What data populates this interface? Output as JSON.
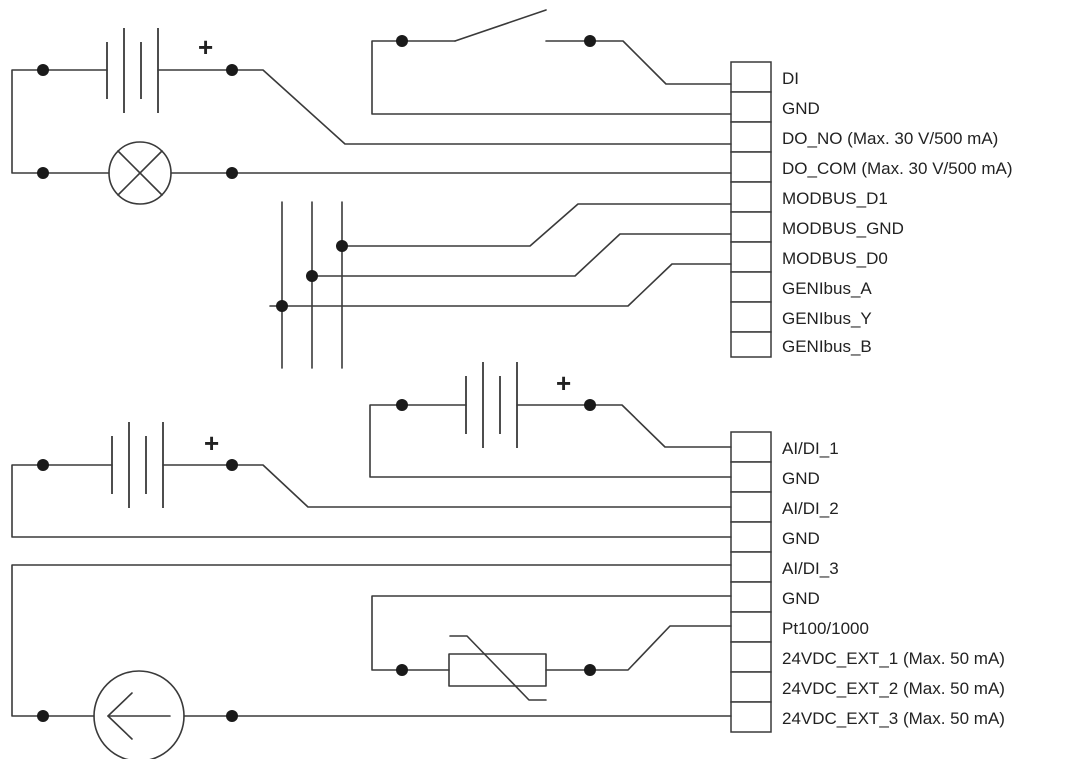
{
  "terminal_block_1": {
    "labels": [
      "DI",
      "GND",
      "DO_NO (Max. 30 V/500 mA)",
      "DO_COM (Max. 30 V/500 mA)",
      "MODBUS_D1",
      "MODBUS_GND",
      "MODBUS_D0",
      "GENIbus_A",
      "GENIbus_Y",
      "GENIbus_B"
    ]
  },
  "terminal_block_2": {
    "labels": [
      "AI/DI_1",
      "GND",
      "AI/DI_2",
      "GND",
      "AI/DI_3",
      "GND",
      "Pt100/1000",
      "24VDC_EXT_1 (Max. 50 mA)",
      "24VDC_EXT_2 (Max. 50 mA)",
      "24VDC_EXT_3 (Max. 50 mA)"
    ]
  },
  "symbols": {
    "plus_sign": "+"
  },
  "colors": {
    "line": "#3a3a3a",
    "background": "#ffffff"
  }
}
